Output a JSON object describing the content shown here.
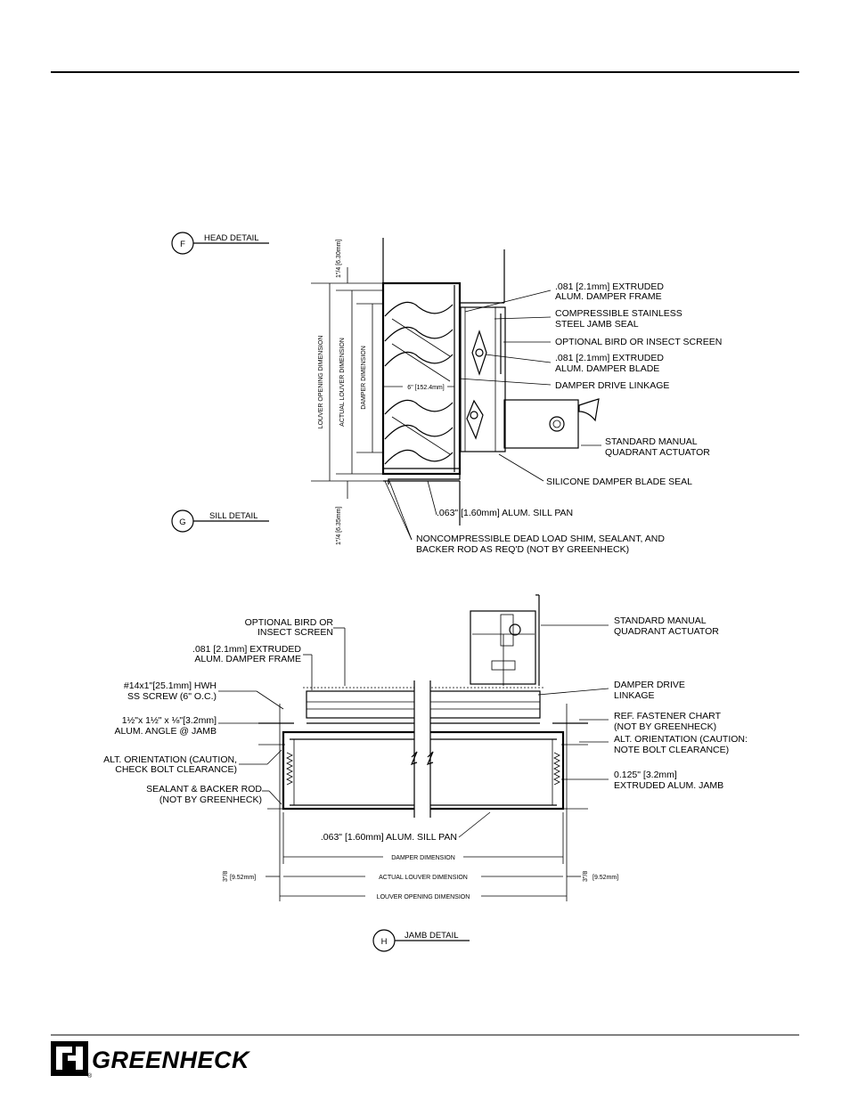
{
  "head": {
    "marker": "F",
    "title": "HEAD DETAIL",
    "top_dim": "1″/4  [6.30mm]",
    "labels": {
      "louver_opening": "LOUVER OPENING DIMENSION",
      "actual_louver": "ACTUAL LOUVER DIMENSION",
      "damper": "DAMPER DIMENSION",
      "six_inch": "6\" [152.4mm]"
    },
    "callouts": [
      {
        "line1": ".081  [2.1mm]  EXTRUDED",
        "line2": "ALUM. DAMPER FRAME"
      },
      {
        "line1": "COMPRESSIBLE STAINLESS",
        "line2": "STEEL JAMB SEAL"
      },
      {
        "line1": "OPTIONAL BIRD OR INSECT SCREEN",
        "line2": ""
      },
      {
        "line1": ".081  [2.1mm]  EXTRUDED",
        "line2": "ALUM. DAMPER BLADE"
      },
      {
        "line1": "DAMPER DRIVE LINKAGE",
        "line2": ""
      },
      {
        "line1": "STANDARD  MANUAL",
        "line2": "QUADRANT  ACTUATOR"
      },
      {
        "line1": "SILICONE DAMPER BLADE SEAL",
        "line2": ""
      },
      {
        "line1": ".063\" [1.60mm] ALUM. SILL PAN",
        "line2": ""
      },
      {
        "line1": "NONCOMPRESSIBLE DEAD LOAD SHIM, SEALANT, AND",
        "line2": "BACKER ROD AS REQ'D (NOT BY GREENHECK)"
      }
    ]
  },
  "sill": {
    "marker": "G",
    "title": "SILL DETAIL",
    "bottom_dim": "1″/4  [6.35mm]"
  },
  "jamb": {
    "marker": "H",
    "title": "JAMB DETAIL",
    "left_callouts": [
      {
        "line1": "OPTIONAL BIRD OR",
        "line2": "INSECT SCREEN"
      },
      {
        "line1": ".081  [2.1mm]  EXTRUDED",
        "line2": "ALUM. DAMPER FRAME"
      },
      {
        "line1": "#14x1\"[25.1mm]  HWH",
        "line2": "SS  SCREW  (6\" O.C.)"
      },
      {
        "line1": "1½\"x  1½\"  x  ⅛\"[3.2mm]",
        "line2": "ALUM. ANGLE @ JAMB"
      },
      {
        "line1": "ALT. ORIENTATION  (CAUTION,",
        "line2": "CHECK  BOLT  CLEARANCE)"
      },
      {
        "line1": "SEALANT  &  BACKER ROD",
        "line2": "(NOT BY GREENHECK)"
      }
    ],
    "right_callouts": [
      {
        "line1": "STANDARD  MANUAL",
        "line2": "QUADRANT  ACTUATOR"
      },
      {
        "line1": "DAMPER  DRIVE",
        "line2": "LINKAGE"
      },
      {
        "line1": "REF.  FASTENER CHART",
        "line2": "(NOT  BY  GREENHECK)"
      },
      {
        "line1": "ALT.  ORIENTATION  (CAUTION:",
        "line2": "NOTE  BOLT  CLEARANCE)"
      },
      {
        "line1": "0.125\"  [3.2mm]",
        "line2": "EXTRUDED  ALUM.  JAMB"
      }
    ],
    "sill_pan": ".063\"  [1.60mm]  ALUM.  SILL  PAN",
    "dims": {
      "damper": "DAMPER DIMENSION",
      "actual_louver": "ACTUAL LOUVER DIMENSION",
      "louver_opening": "LOUVER OPENING DIMENSION",
      "side_left": "[9.52mm]",
      "side_right": "[9.52mm]",
      "side_frac": "3″/8"
    }
  },
  "brand": {
    "name": "GREENHECK",
    "registered": "®"
  }
}
